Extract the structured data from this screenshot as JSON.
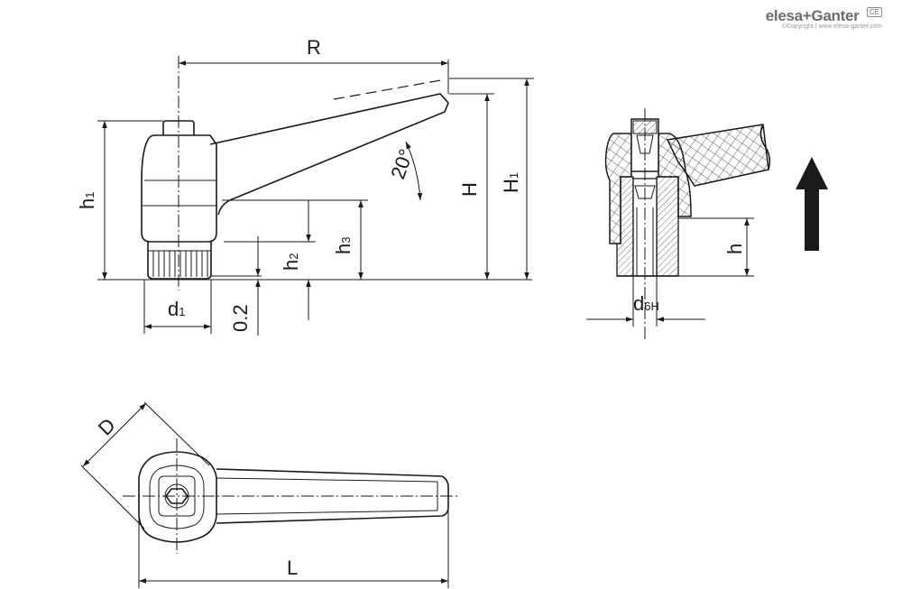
{
  "brand": {
    "name": "elesa+Ganter",
    "mark": "CE",
    "copyright": "©Copyright | www.elesa-ganter.com"
  },
  "dimensions": {
    "R": "R",
    "H": "H",
    "H1_main": "H",
    "H1_sub": "1",
    "h1_main": "h",
    "h1_sub": "1",
    "h2_main": "h",
    "h2_sub": "2",
    "h3_main": "h",
    "h3_sub": "3",
    "angle": "20°",
    "d1_main": "d",
    "d1_sub": "1",
    "gap": "0.2",
    "h": "h",
    "d6H_main": "d",
    "d6H_sub": "6H",
    "D": "D",
    "L": "L"
  }
}
